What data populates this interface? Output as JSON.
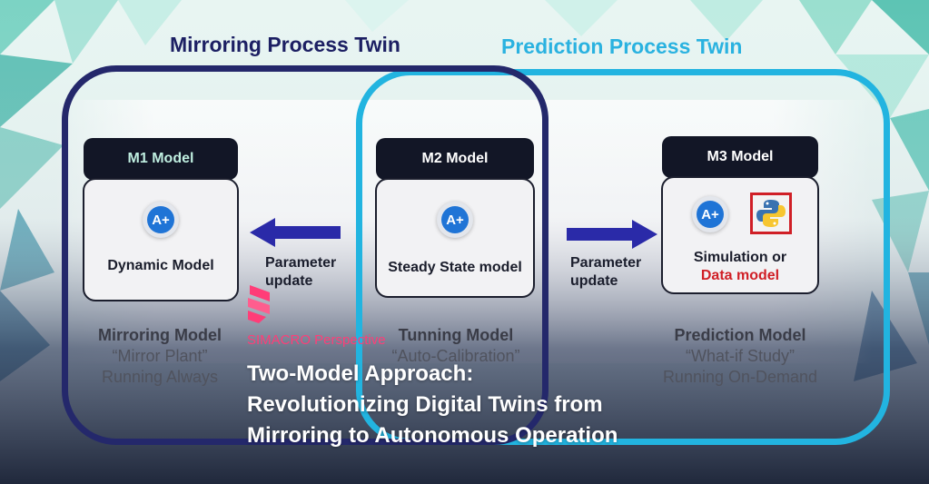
{
  "twins": {
    "mirroring_title": "Mirroring Process Twin",
    "prediction_title": "Prediction Process Twin"
  },
  "models": {
    "m1": {
      "header": "M1 Model",
      "label": "Dynamic Model",
      "icon": "aspen-plus-icon"
    },
    "m2": {
      "header": "M2 Model",
      "label": "Steady State model",
      "icon": "aspen-plus-icon"
    },
    "m3": {
      "header": "M3 Model",
      "label_line1": "Simulation or",
      "label_line2": "Data model",
      "icons": [
        "aspen-plus-icon",
        "python-icon"
      ]
    }
  },
  "arrows": {
    "left": {
      "line1": "Parameter",
      "line2": "update"
    },
    "right": {
      "line1": "Parameter",
      "line2": "update"
    }
  },
  "columns": {
    "mirroring": {
      "title": "Mirroring Model",
      "line1": "“Mirror Plant”",
      "line2": "Running Always"
    },
    "tunning": {
      "title": "Tunning Model",
      "line1": "“Auto-Calibration”"
    },
    "prediction": {
      "title": "Prediction Model",
      "line1": "“What-if Study”",
      "line2": "Running On-Demand"
    }
  },
  "badge_text": "A+",
  "overlay": {
    "brand": "SIMACRO Perspective",
    "headline_line1": "Two-Model Approach:",
    "headline_line2": "Revolutionizing Digital Twins from",
    "headline_line3": "Mirroring to Autonomous Operation"
  },
  "colors": {
    "mirror_frame": "#24286b",
    "prediction_frame": "#22b4e0",
    "arrow": "#2a2aa8",
    "data_model_red": "#d01f26",
    "brand_pink": "#ff3d78"
  }
}
